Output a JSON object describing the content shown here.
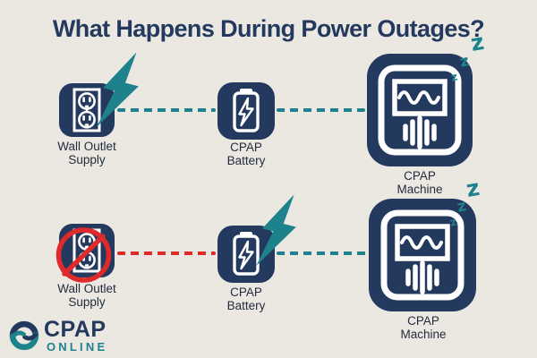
{
  "title": "What Happens During Power Outages?",
  "palette": {
    "navy": "#24395e",
    "teal": "#1d828c",
    "red": "#de2a2a",
    "background": "#ebe8e2",
    "label_text": "#232c3d"
  },
  "decor": {
    "sleep_z": "z"
  },
  "icons": {
    "wall_outlet": "wall-outlet-icon",
    "battery": "battery-lightning-icon",
    "machine": "cpap-machine-icon",
    "lightning": "lightning-bolt-icon",
    "no_power": "prohibition-icon",
    "sleep": "sleep-z-icon"
  },
  "flow_on_power": {
    "outlet": {
      "label1": "Wall Outlet",
      "label2": "Supply"
    },
    "battery": {
      "label1": "CPAP",
      "label2": "Battery"
    },
    "machine": {
      "label1": "CPAP",
      "label2": "Machine"
    }
  },
  "flow_on_outage": {
    "outlet": {
      "label1": "Wall Outlet",
      "label2": "Supply"
    },
    "battery": {
      "label1": "CPAP",
      "label2": "Battery"
    },
    "machine": {
      "label1": "CPAP",
      "label2": "Machine"
    }
  },
  "logo": {
    "brand": "CPAP",
    "sub": "ONLINE"
  }
}
